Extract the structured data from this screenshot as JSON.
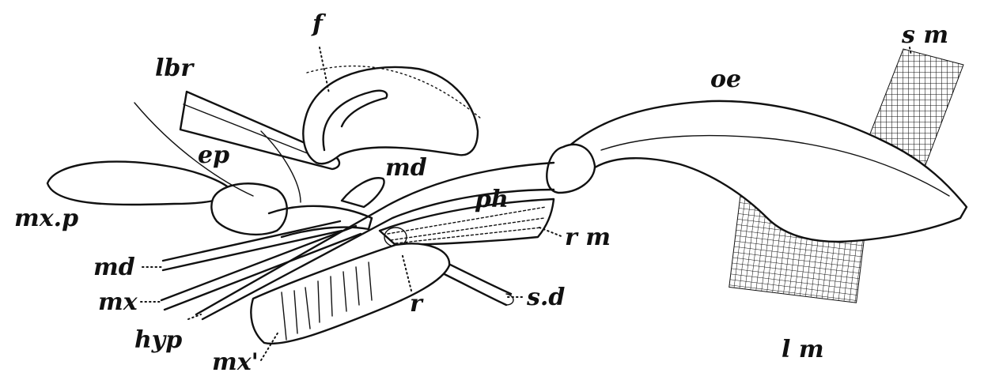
{
  "labels": {
    "f": "f",
    "lbr": "lbr",
    "sm": "s m",
    "oe": "oe",
    "ep": "ep",
    "md_upper": "md",
    "mxp": "mx.p",
    "ph": "ph",
    "rm": "r m",
    "md_lower": "md",
    "mx": "mx",
    "sd": "s.d",
    "r": "r",
    "hyp": "hyp",
    "mx_prime": "mx'",
    "lm": "l m"
  }
}
